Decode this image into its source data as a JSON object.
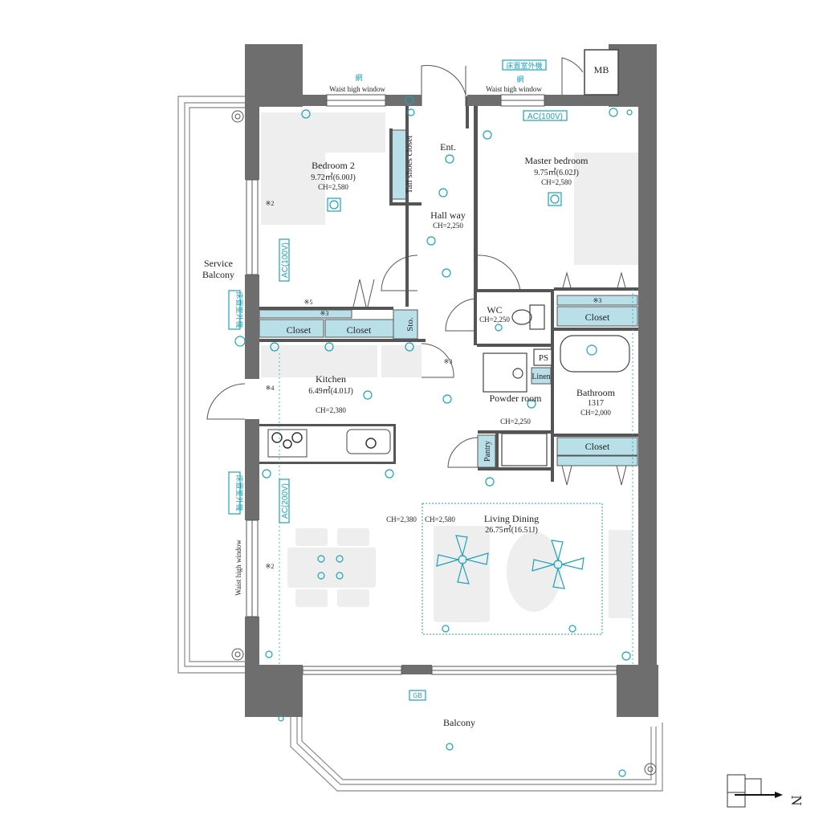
{
  "rooms": {
    "bedroom2": {
      "name": "Bedroom 2",
      "area": "9.72㎡(6.00J)",
      "ch": "CH=2,580"
    },
    "master": {
      "name": "Master bedroom",
      "area": "9.75㎡(6.02J)",
      "ch": "CH=2,580"
    },
    "entrance": {
      "name": "Ent."
    },
    "hallway": {
      "name": "Hall way",
      "ch": "CH=2,250"
    },
    "wc": {
      "name": "WC",
      "ch": "CH=2,250"
    },
    "kitchen": {
      "name": "Kitchen",
      "area": "6.49㎡(4.01J)",
      "ch": "CH=2,380"
    },
    "powder": {
      "name": "Powder room",
      "ch": "CH=2,250"
    },
    "bathroom": {
      "name": "Bathroom",
      "size": "1317",
      "ch": "CH=2,000"
    },
    "living": {
      "name": "Living Dining",
      "area": "26.75㎡(16.51J)",
      "ch_low": "CH=2,380",
      "ch_high": "CH=2,580"
    },
    "service_balcony": {
      "line1": "Service",
      "line2": "Balcony"
    },
    "balcony": {
      "name": "Balcony"
    }
  },
  "fixtures": {
    "closet": "Closet",
    "tall_shoes_closet": "Tall shoes closet",
    "storage": "Sto.",
    "ps": "PS",
    "linen": "Linen",
    "pantry": "Pantry",
    "mb": "MB",
    "gb": "GB"
  },
  "windows": {
    "waist_high": "Waist high window",
    "net": "網"
  },
  "notes": {
    "ac100": "AC(100V)",
    "ac200": "AC(200V)",
    "floor_outdoor_unit": "床置室外機",
    "n2": "※2",
    "n3": "※3",
    "n4": "※4",
    "n5": "※5"
  },
  "compass": {
    "label": "N"
  },
  "colors": {
    "wall": "#6e6e6e",
    "accent": "#1aa3b8",
    "closet": "#b9dfe8",
    "furniture": "#eeeeee"
  }
}
